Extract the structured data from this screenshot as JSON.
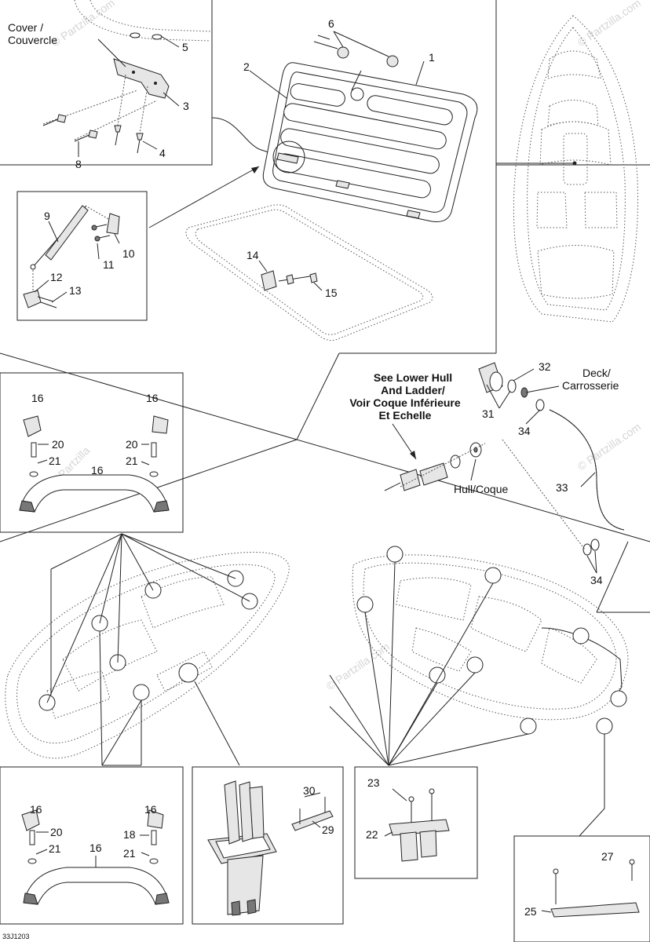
{
  "labels": {
    "cover": [
      "Cover /",
      "Couvercle"
    ],
    "deck": [
      "Deck/",
      "Carrosserie"
    ],
    "see_lower_hull": [
      "See Lower Hull",
      "And Ladder/",
      "Voir Coque Inférieure",
      "Et Echelle"
    ],
    "hull": "Hull/Coque"
  },
  "callouts": {
    "n1": "1",
    "n2": "2",
    "n3": "3",
    "n4": "4",
    "n5": "5",
    "n6": "6",
    "n8": "8",
    "n9": "9",
    "n10": "10",
    "n11": "11",
    "n12": "12",
    "n13": "13",
    "n14": "14",
    "n15": "15",
    "n16a": "16",
    "n16b": "16",
    "n16c": "16",
    "n20a": "20",
    "n20b": "20",
    "n21a": "21",
    "n21b": "21",
    "n31": "31",
    "n32": "32",
    "n33": "33",
    "n34a": "34",
    "n34b": "34",
    "n16d": "16",
    "n16e": "16",
    "n16f": "16",
    "n20c": "20",
    "n18": "18",
    "n21c": "21",
    "n21d": "21",
    "n30": "30",
    "n29": "29",
    "n23": "23",
    "n22": "22",
    "n27": "27",
    "n25": "25"
  },
  "watermarks": [
    "© Partzilla.com",
    "© Partzilla",
    "© Partzilla.com",
    "© Partzilla.com",
    "© Partzilla.com"
  ],
  "diagram_code": "33J1203"
}
